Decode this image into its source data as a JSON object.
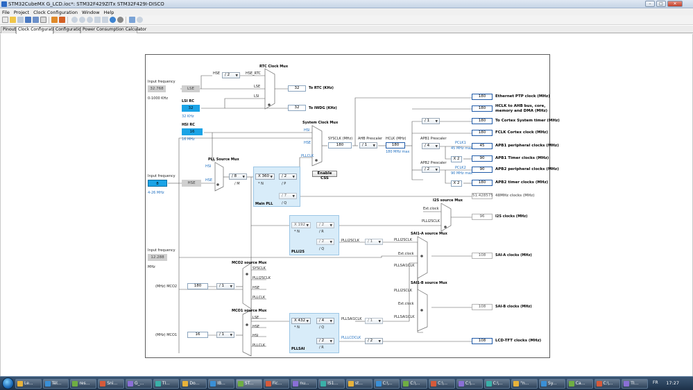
{
  "window": {
    "title": "STM32CubeMX G_LCD.ioc*: STM32F429ZITx STM32F429I-DISCO"
  },
  "menu": [
    "File",
    "Project",
    "Clock Configuration",
    "Window",
    "Help"
  ],
  "tabs": [
    {
      "label": "Pinout",
      "active": false
    },
    {
      "label": "Clock Configuration",
      "active": true
    },
    {
      "label": "Configuration",
      "active": false
    },
    {
      "label": "Power Consumption Calculator",
      "active": false
    }
  ],
  "diagram": {
    "lse_input": {
      "caption": "Input frequency",
      "value": "32.768",
      "range": "0-1000 KHz",
      "block": "LSE"
    },
    "lsi": {
      "label": "LSI RC",
      "value": "32",
      "sub": "32 KHz"
    },
    "hsi": {
      "label": "HSI RC",
      "value": "16",
      "sub": "16 MHz"
    },
    "hse_input": {
      "caption": "Input frequency",
      "value": "8",
      "range": "4-26 MHz",
      "block": "HSE"
    },
    "i2s_ext": {
      "caption": "Input frequency",
      "value": "12.288",
      "unit": "MHz"
    },
    "rtc_mux": {
      "title": "RTC Clock Mux",
      "inputs": [
        "HSE",
        "LSE",
        "LSI"
      ],
      "hse_div": "/ 2",
      "hse_rtc": "HSE_RTC",
      "to_rtc_value": "32",
      "to_rtc_label": "To RTC (KHz)",
      "to_iwdg_value": "32",
      "to_iwdg_label": "To IWDG (KHz)"
    },
    "pll_mux": {
      "title": "PLL Source Mux",
      "inputs": [
        "HSI",
        "HSE"
      ],
      "m_div": "/ 8",
      "m_label": "/ M"
    },
    "main_pll": {
      "title": "Main PLL",
      "n_mult": "X 360",
      "n_label": "* N",
      "p_div": "/ 2",
      "p_label": "/ P",
      "q_div": "/ 7",
      "q_label": "/ Q",
      "q_out": "51.428575",
      "q_out_label": "48MHz clocks (MHz)"
    },
    "sys_mux": {
      "title": "System Clock Mux",
      "inputs": [
        "HSI",
        "HSE",
        "PLLCLK"
      ],
      "enable_css": "Enable CSS"
    },
    "sysclk": {
      "label": "SYSCLK (MHz)",
      "value": "180"
    },
    "ahb": {
      "label": "AHB Prescaler",
      "div": "/ 1"
    },
    "hclk": {
      "label": "HCLK (MHz)",
      "value": "180",
      "max": "180 MHz max"
    },
    "apb1": {
      "label": "APB1 Prescaler",
      "div": "/ 4",
      "pclk": "PCLK1",
      "max": "45 MHz max",
      "timer_mult": "X 2"
    },
    "apb2": {
      "label": "APB2 Prescaler",
      "div": "/ 2",
      "pclk": "PCLK2",
      "max": "90 MHz max",
      "timer_mult": "X 2"
    },
    "cortex_div": "/ 1",
    "outputs": [
      {
        "value": "180",
        "label": "Ethernet PTP clock (MHz)"
      },
      {
        "value": "180",
        "label": "HCLK to AHB bus, core,"
      },
      {
        "value": "",
        "label": "memory and DMA (MHz)"
      },
      {
        "value": "180",
        "label": "To Cortex System timer (MHz)"
      },
      {
        "value": "180",
        "label": "FCLK Cortex clock (MHz)"
      },
      {
        "value": "45",
        "label": "APB1 peripheral clocks (MHz)"
      },
      {
        "value": "90",
        "label": "APB1 Timer clocks (MHz)"
      },
      {
        "value": "90",
        "label": "APB2 peripheral clocks (MHz)"
      },
      {
        "value": "180",
        "label": "APB2 timer clocks (MHz)"
      }
    ],
    "plli2s": {
      "title": "PLLI2S",
      "n_mult": "X 192",
      "n_label": "* N",
      "r_div": "/ 2",
      "r_label": "/ R",
      "q_div": "/ 2",
      "q_label": "/ Q",
      "q_out": "PLLI2SCLK"
    },
    "i2s_mux": {
      "title": "I2S source Mux",
      "inputs": [
        "Ext.clock",
        "PLLI2SCLK"
      ],
      "value": "96",
      "label": "I2S clocks (MHz)"
    },
    "sai_a_mux": {
      "title": "SAI1-A source Mux",
      "inputs": [
        "PLLI2SCLK",
        "Ext.clock",
        "PLLSAI1CLK"
      ],
      "div": "/ 1",
      "value": "108",
      "label": "SAI-A clocks (MHz)"
    },
    "sai_b_mux": {
      "title": "SAI1-B source Mux",
      "inputs": [
        "PLLI2SCLK",
        "Ext.clock",
        "PLLSAI1CLK"
      ],
      "value": "108",
      "label": "SAI-B clocks (MHz)"
    },
    "mco2": {
      "title": "MCO2 source Mux",
      "inputs": [
        "SYSCLK",
        "PLLI2SCLK",
        "HSE",
        "PLLCLK"
      ],
      "div": "/ 1",
      "value": "180",
      "label": "(MHz) MCO2"
    },
    "mco1": {
      "title": "MCO1 source Mux",
      "inputs": [
        "LSE",
        "HSE",
        "HSI",
        "PLLCLK"
      ],
      "div": "/ 1",
      "value": "16",
      "label": "(MHz) MCO1"
    },
    "pllsai": {
      "title": "PLLSAI",
      "n_mult": "X 432",
      "n_label": "* N",
      "q_div": "/ 4",
      "q_label": "/ Q",
      "q_out": "PLLSAI1CLK",
      "q_div2": "/ 1",
      "r_div": "/ 2",
      "r_label": "/ R",
      "r_out": "PLLLCDCLK",
      "lcd_div": "/ 2",
      "lcd_value": "108",
      "lcd_label": "LCD-TFT clocks (MHz)"
    }
  },
  "taskbar": {
    "items": [
      "Le...",
      "Tél...",
      "res...",
      "Sni...",
      "G_...",
      "TI...",
      "Do...",
      "IB...",
      "ST...",
      "Fic...",
      "nu...",
      "IS1...",
      "st...",
      "C:\\...",
      "C:\\...",
      "C:\\...",
      "C:\\...",
      "C:\\...",
      "\"n...",
      "Sy...",
      "Ca...",
      "C:\\...",
      "TI..."
    ],
    "lang": "FR",
    "clock": "17:27"
  },
  "colors": {
    "accent": "#1aa3e6",
    "pll_fill": "#d8ecf9",
    "output_border": "#1f5aa8"
  }
}
